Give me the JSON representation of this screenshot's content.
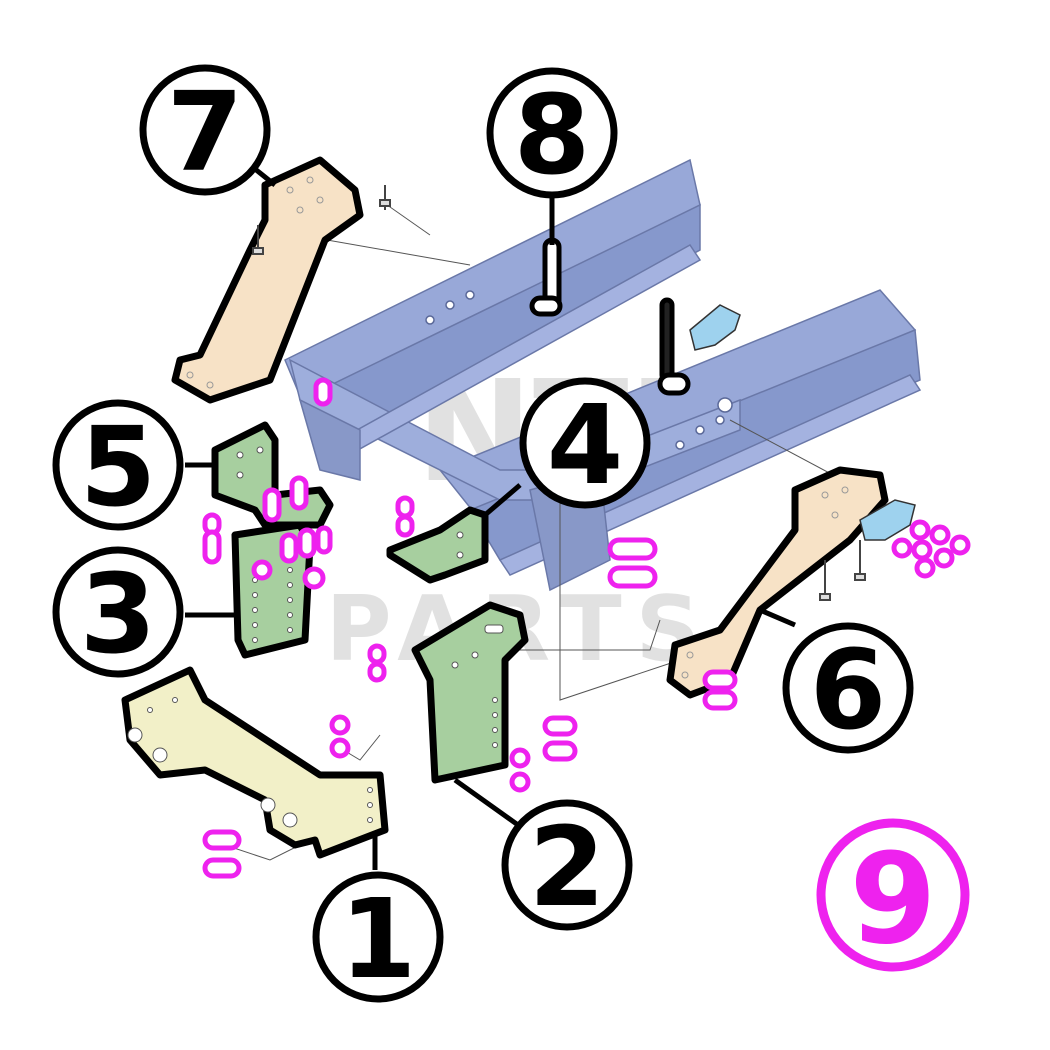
{
  "diagram": {
    "callouts": [
      {
        "id": "1",
        "label": "1"
      },
      {
        "id": "2",
        "label": "2"
      },
      {
        "id": "3",
        "label": "3"
      },
      {
        "id": "4",
        "label": "4"
      },
      {
        "id": "5",
        "label": "5"
      },
      {
        "id": "6",
        "label": "6"
      },
      {
        "id": "7",
        "label": "7"
      },
      {
        "id": "8",
        "label": "8"
      },
      {
        "id": "9",
        "label": "9"
      }
    ],
    "watermark": {
      "line1": "NTE",
      "line2": "PARTS"
    },
    "colors": {
      "frame": "#98a8d8",
      "bracket_tan": "#f7e2c6",
      "bracket_yellow": "#f2f0c8",
      "bracket_green": "#a7cf9f",
      "hardware": "#ee22ee",
      "light_blue": "#9ed2ee",
      "outline": "#000000"
    }
  }
}
